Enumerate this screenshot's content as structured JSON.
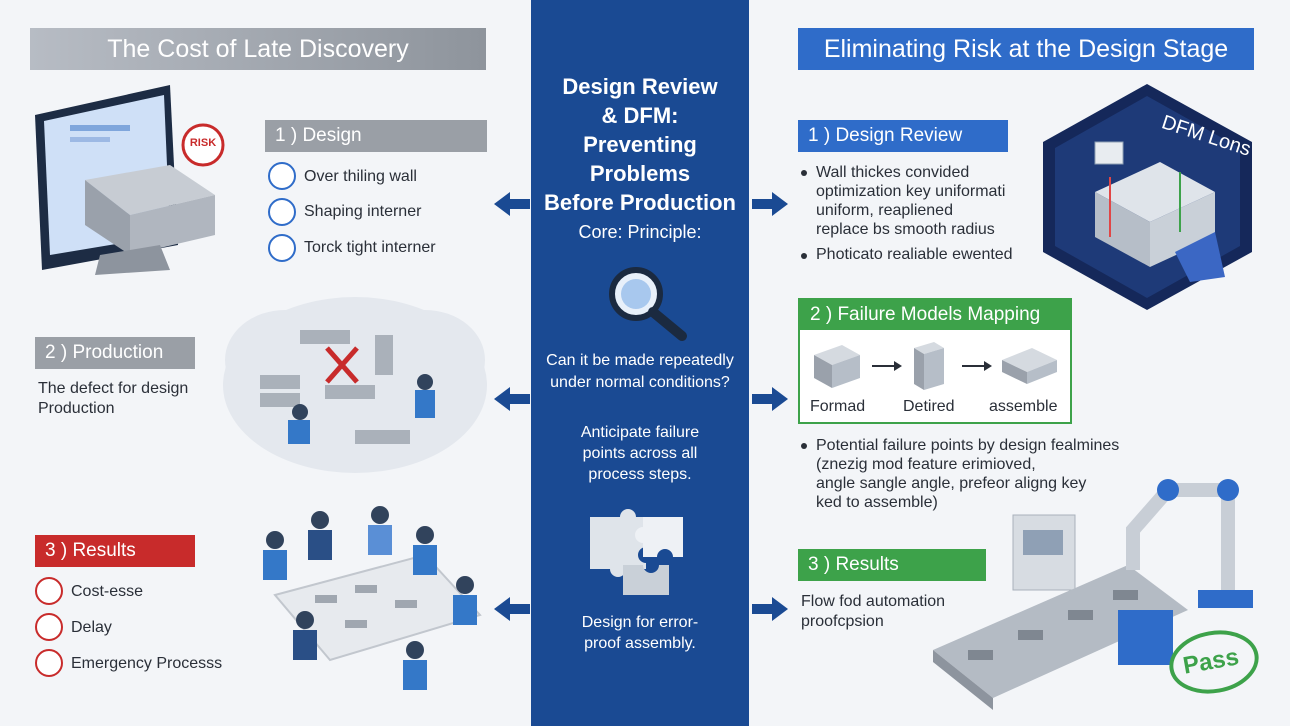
{
  "left": {
    "title": "The Cost of Late Discovery",
    "risk_label": "RISK",
    "design": {
      "label": "1 ) Design",
      "items": [
        "Over thiling wall",
        "Shaping interner",
        "Torck tight interner"
      ]
    },
    "production": {
      "label": "2 ) Production",
      "text": [
        "The defect for design",
        "Production"
      ]
    },
    "results": {
      "label": "3 ) Results",
      "items": [
        "Cost-esse",
        "Delay",
        "Emergency Processs"
      ]
    }
  },
  "center": {
    "title": [
      "Design Review",
      "& DFM:",
      "Preventing Problems",
      "Before Production"
    ],
    "principle": "Core: Principle:",
    "question": [
      "Can it be made repeatedly",
      "under normal conditions?"
    ],
    "anticipate": [
      "Anticipate failure",
      "points across all",
      "process steps."
    ],
    "assembly": [
      "Design for error-",
      "proof assembly."
    ]
  },
  "right": {
    "title": "Eliminating Risk at the Design Stage",
    "dfm_label": "DFM Lons",
    "review": {
      "label": "1 ) Design Review",
      "bullets": [
        [
          "Wall thickes convided",
          "optimization key uniformati",
          "uniform, reapliened",
          "replace bs smooth radius"
        ],
        [
          "Photicato realiable ewented"
        ]
      ]
    },
    "failure": {
      "label": "2 ) Failure Models Mapping",
      "steps": [
        "Formad",
        "Detired",
        "assemble"
      ],
      "bullets": [
        [
          "Potential failure points by design fealmines",
          "(znezig mod feature erimioved,",
          "angle sangle angle, prefeor aligng key",
          "ked to assemble)"
        ]
      ]
    },
    "results": {
      "label": "3 ) Results",
      "text": [
        "Flow fod automation",
        "proofcpsion"
      ]
    },
    "pass_label": "Pass"
  },
  "colors": {
    "center_blue": "#1a4a93",
    "accent_blue": "#2f6cc9",
    "red": "#c82b2b",
    "green": "#3da24a",
    "grey": "#9a9fa6"
  }
}
